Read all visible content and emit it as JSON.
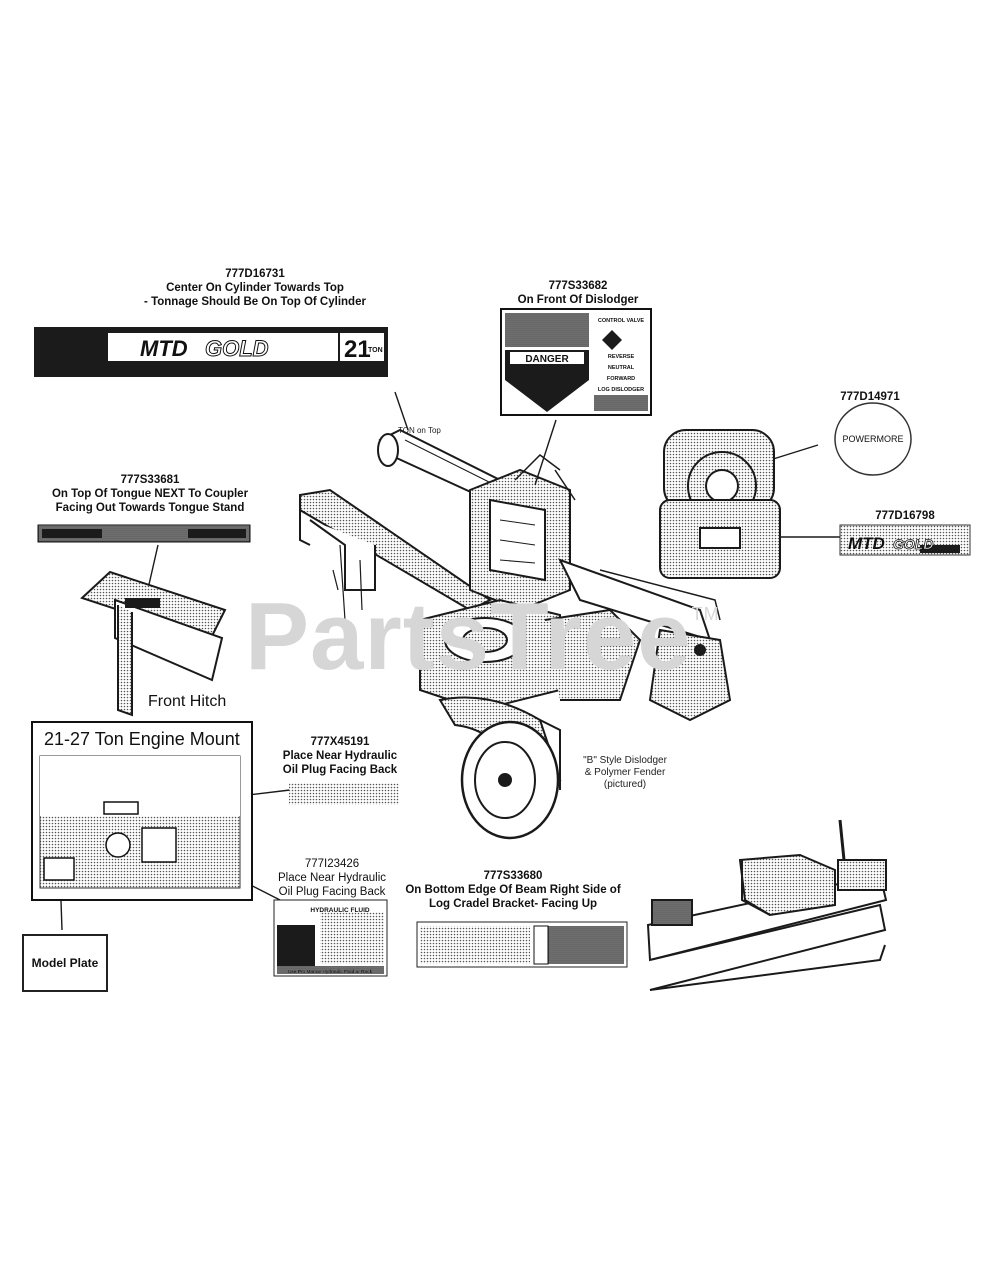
{
  "watermark": {
    "text": "PartsTree",
    "tm": "TM"
  },
  "callouts": [
    {
      "id": "777D16731",
      "lines": [
        "777D16731",
        "Center On Cylinder Towards Top",
        "- Tonnage Should Be On Top Of Cylinder"
      ]
    },
    {
      "id": "777S33682",
      "lines": [
        "777S33682",
        "On Front Of Dislodger"
      ]
    },
    {
      "id": "777D14971",
      "lines": [
        "777D14971"
      ]
    },
    {
      "id": "777D16798",
      "lines": [
        "777D16798"
      ]
    },
    {
      "id": "777S33681",
      "lines": [
        "777S33681",
        "On Top Of Tongue NEXT To Coupler",
        "Facing Out Towards Tongue Stand"
      ]
    },
    {
      "id": "777X45191",
      "lines": [
        "777X45191",
        "Place Near Hydraulic",
        "Oil Plug Facing Back"
      ]
    },
    {
      "id": "777I23426",
      "lines": [
        "777I23426",
        "Place Near Hydraulic",
        "Oil Plug Facing Back"
      ]
    },
    {
      "id": "777S33680",
      "lines": [
        "777S33680",
        "On Bottom Edge Of Beam Right Side of",
        "Log Cradel Bracket- Facing Up"
      ]
    }
  ],
  "notes": {
    "ton_on_top": "TON on Top",
    "front_hitch": "Front Hitch",
    "engine_mount_title": "21-27 Ton Engine Mount",
    "model_plate": "Model Plate",
    "dislodger_note": [
      "\"B\" Style Dislodger",
      "& Polymer Fender",
      "(pictured)"
    ]
  },
  "decals": {
    "mtd_gold": {
      "brand": "MTD",
      "gold": "GOLD",
      "tonnage": "21",
      "ton": "TON"
    },
    "control_valve": {
      "danger": "DANGER",
      "title": "CONTROL VALVE",
      "reverse": "REVERSE",
      "neutral": "NEUTRAL",
      "forward": "FORWARD",
      "log_dislodger": "LOG DISLODGER"
    },
    "powermore": {
      "brand": "POWERMORE"
    },
    "mtd_gold_small": {
      "brand": "MTD",
      "gold": "GOLD"
    },
    "hydraulic_fluid": {
      "title": "HYDRAULIC FLUID",
      "footer": "Use Pro Marine Hydraulic Fluid or Rack"
    }
  },
  "colors": {
    "line": "#1a1a1a",
    "watermark": "#d6d6d6",
    "background": "#ffffff"
  }
}
